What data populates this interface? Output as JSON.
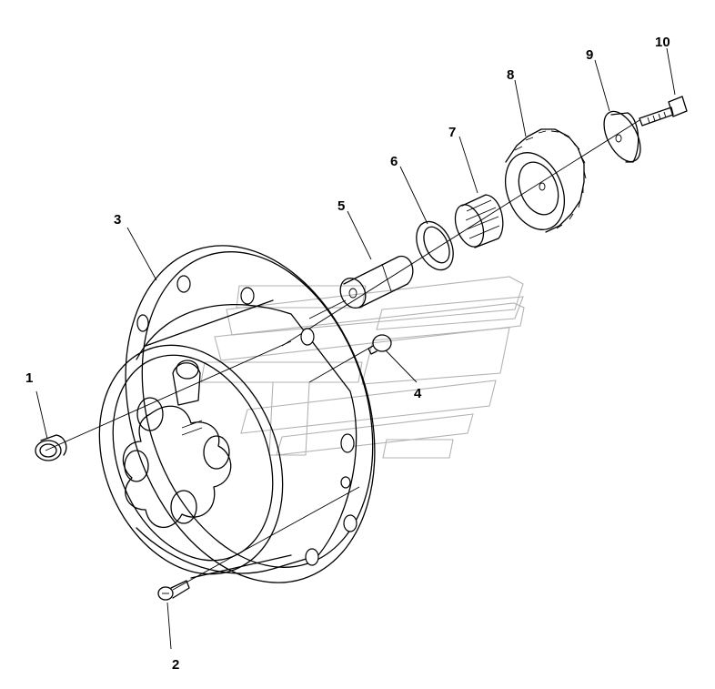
{
  "callouts": [
    {
      "id": "plug",
      "label": "1"
    },
    {
      "id": "screw",
      "label": "2"
    },
    {
      "id": "hub-housing",
      "label": "3"
    },
    {
      "id": "bolt-small",
      "label": "4"
    },
    {
      "id": "pin",
      "label": "5"
    },
    {
      "id": "washer",
      "label": "6"
    },
    {
      "id": "needle-bearing",
      "label": "7"
    },
    {
      "id": "planet-gear",
      "label": "8"
    },
    {
      "id": "retaining-plate",
      "label": "9"
    },
    {
      "id": "bolt",
      "label": "10"
    }
  ]
}
